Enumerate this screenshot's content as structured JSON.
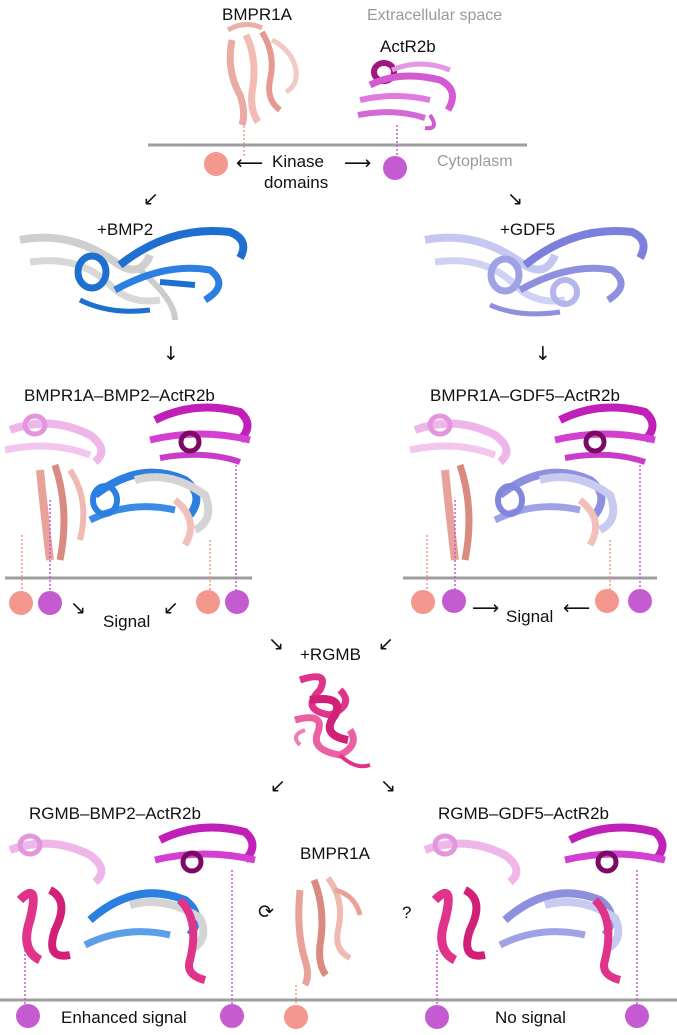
{
  "top": {
    "bmpr1a": "BMPR1A",
    "actr2b": "ActR2b",
    "extracellular": "Extracellular space",
    "cytoplasm": "Cytoplasm",
    "kinase_line1": "Kinase",
    "kinase_line2": "domains"
  },
  "ligands": {
    "bmp2": "+BMP2",
    "gdf5": "+GDF5"
  },
  "complexes": {
    "left": "BMPR1A–BMP2–ActR2b",
    "right": "BMPR1A–GDF5–ActR2b"
  },
  "signals": {
    "left": "Signal",
    "right": "Signal"
  },
  "rgmb": {
    "label": "+RGMB"
  },
  "bottom": {
    "left_complex": "RGMB–BMP2–ActR2b",
    "right_complex": "RGMB–GDF5–ActR2b",
    "free_receptor": "BMPR1A",
    "question": "?",
    "enhanced": "Enhanced signal",
    "no_signal": "No signal"
  },
  "colors": {
    "bmpr1a": "#f4978e",
    "actr2b": "#c45bd1",
    "bmp2": "#1f6fd0",
    "gdf5": "#8f8fe0",
    "rgmb": "#e0338a",
    "membrane": "#9e9e9e"
  }
}
